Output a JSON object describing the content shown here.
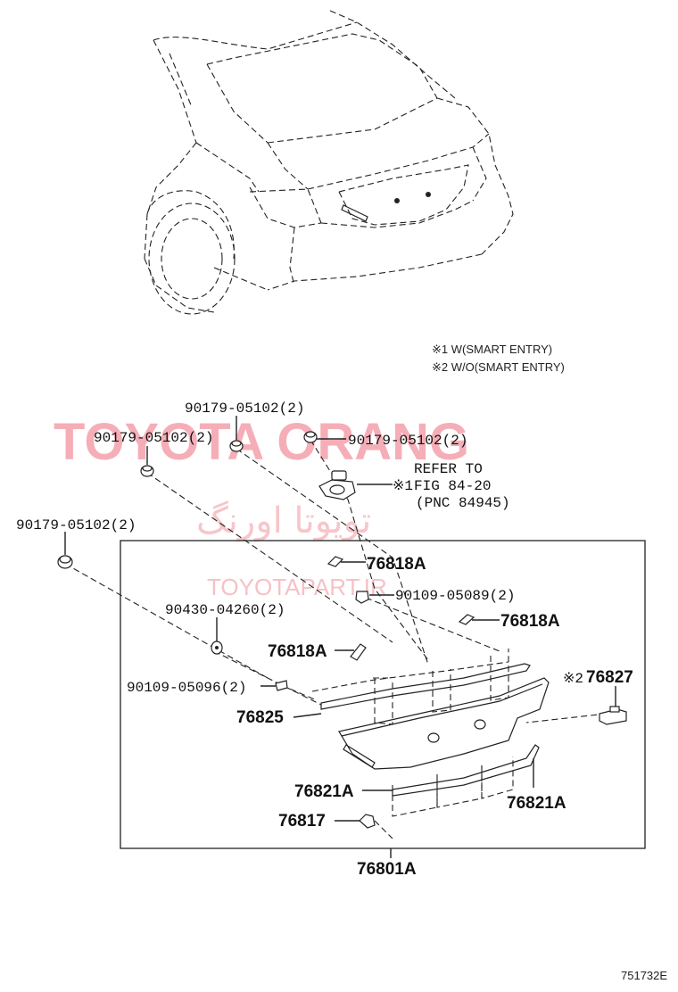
{
  "notes": {
    "n1": "※1 W(SMART ENTRY)",
    "n2": "※2 W/O(SMART ENTRY)"
  },
  "refer": {
    "line1": "REFER TO",
    "line2": "FIG 84-20",
    "line3": "(PNC 84945)",
    "marker": "※1"
  },
  "labels": {
    "clip_top": "90179-05102(2)",
    "clip_left": "90179-05102(2)",
    "clip_right": "90179-05102(2)",
    "clip_far_left": "90179-05102(2)",
    "nut": "90430-04260(2)",
    "screw_right": "90109-05089(2)",
    "screw_left": "90109-05096(2)",
    "bracket_upper": "76818A",
    "bracket_right": "76818A",
    "bracket_left": "76818A",
    "lamp_marker": "※2",
    "lamp": "76827",
    "garnish": "76825",
    "molding_left": "76821A",
    "molding_right": "76821A",
    "grommet": "76817",
    "assembly": "76801A"
  },
  "watermark": {
    "brand": "TOYOTA ORANG",
    "farsi": "تویوتا اورنگ",
    "url": "TOYOTAPART.IR"
  },
  "figure_code": "751732E"
}
